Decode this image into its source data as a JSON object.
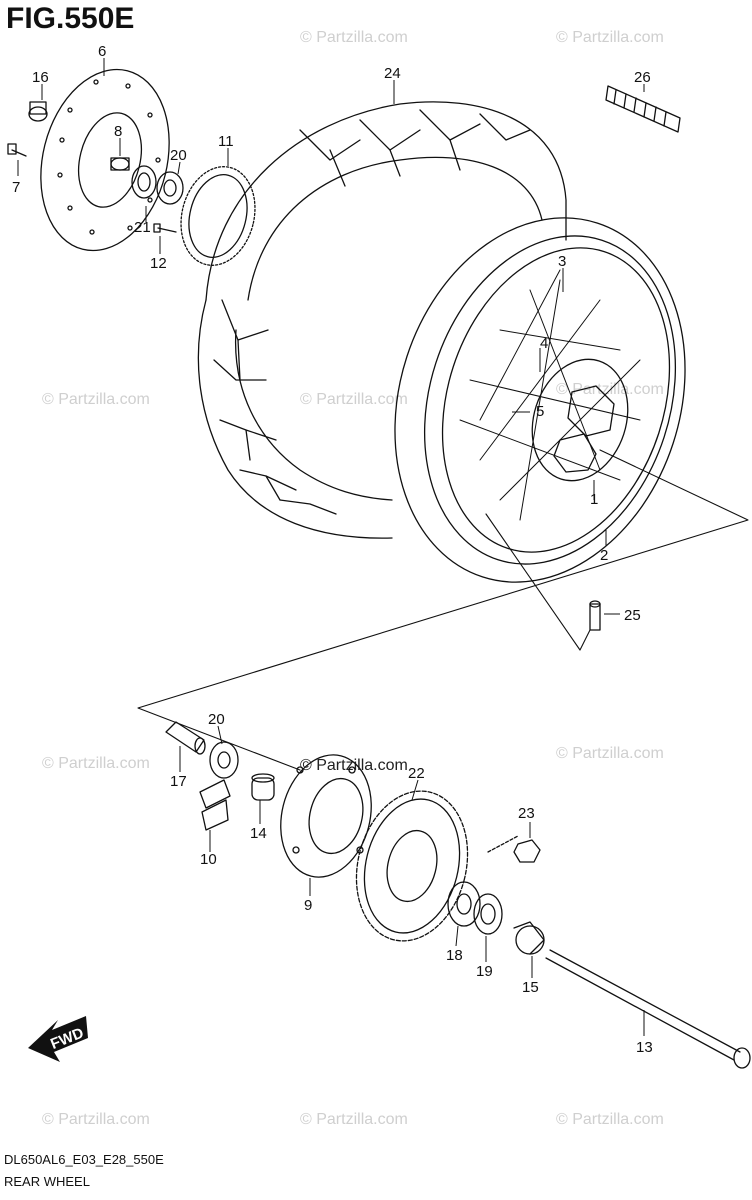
{
  "figure_title": "FIG.550E",
  "diagram_code": "DL650AL6_E03_E28_550E",
  "diagram_name": "REAR WHEEL",
  "fwd_label": "FWD",
  "watermark": "© Partzilla.com",
  "callouts": {
    "c1": "1",
    "c2": "2",
    "c3": "3",
    "c4": "4",
    "c5": "5",
    "c6": "6",
    "c7": "7",
    "c8": "8",
    "c9": "9",
    "c10": "10",
    "c11": "11",
    "c12": "12",
    "c13": "13",
    "c14": "14",
    "c15": "15",
    "c16": "16",
    "c17": "17",
    "c18": "18",
    "c19": "19",
    "c20a": "20",
    "c20b": "20",
    "c21": "21",
    "c22": "22",
    "c23": "23",
    "c24": "24",
    "c25": "25",
    "c26": "26"
  },
  "colors": {
    "line": "#111111",
    "watermark": "#cfcfcf",
    "background": "#ffffff"
  }
}
